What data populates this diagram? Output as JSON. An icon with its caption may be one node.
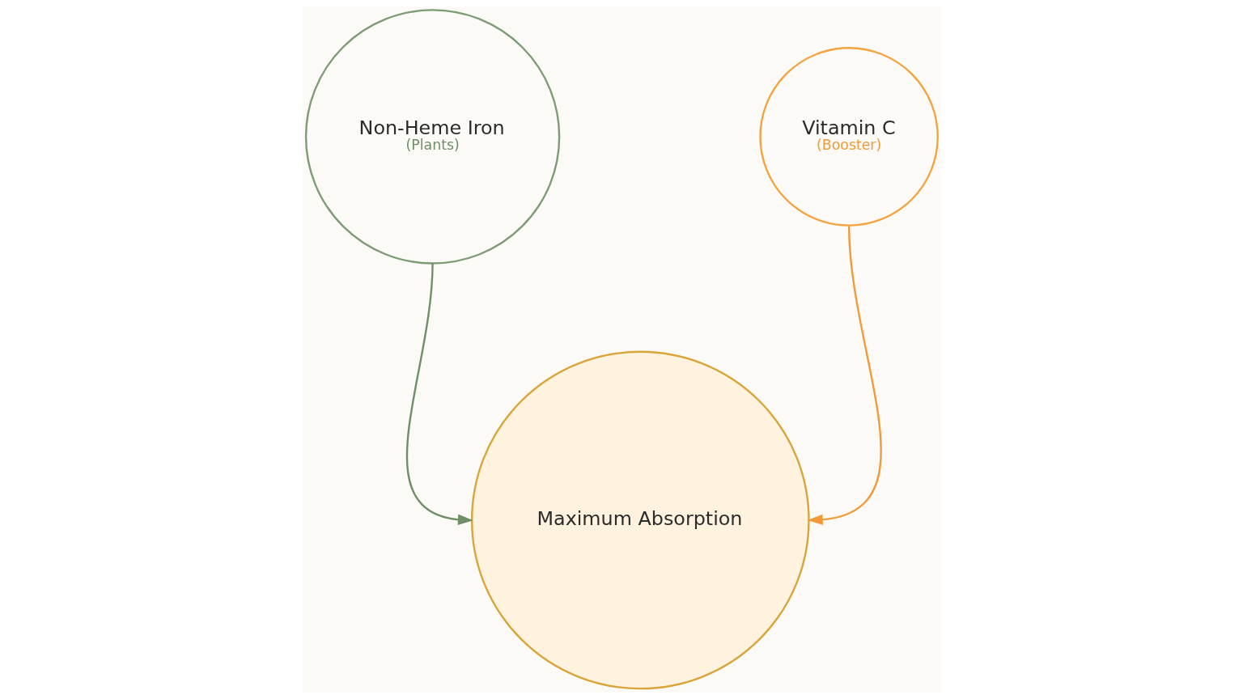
{
  "diagram": {
    "nodes": [
      {
        "text": [
          "Non-Heme Iron",
          "(Plants)"
        ]
      },
      {
        "text": [
          "Vitamin C",
          "(Booster)"
        ]
      },
      {
        "text": [
          "Maximum Absorption"
        ]
      }
    ],
    "edges": [
      {
        "from": 0,
        "to": 2,
        "arrow": "to",
        "color": "#6f8f68"
      },
      {
        "from": 1,
        "to": 2,
        "arrow": "to",
        "color": "#f29a38"
      }
    ]
  }
}
